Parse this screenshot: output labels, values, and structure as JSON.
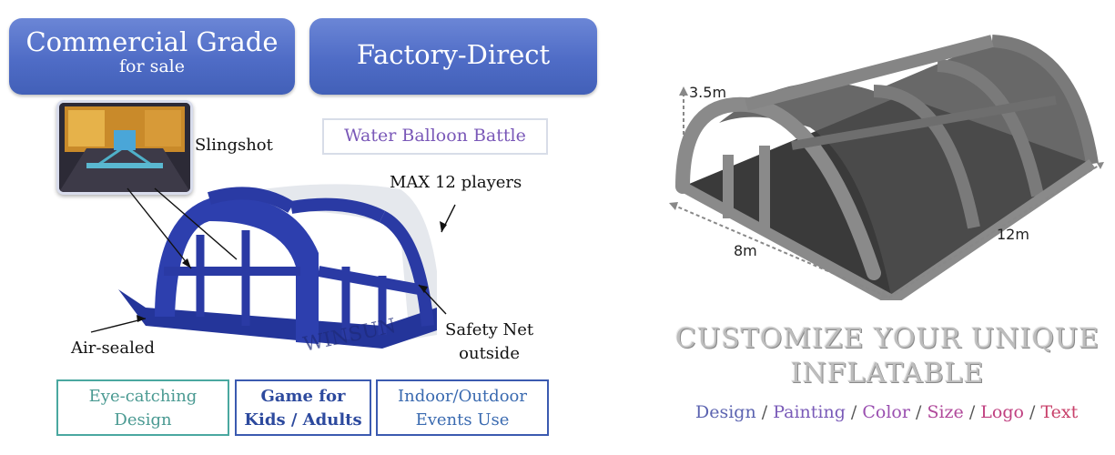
{
  "badges": {
    "commercial": {
      "title": "Commercial Grade",
      "sub": "for sale"
    },
    "factory": {
      "title": "Factory-Direct"
    }
  },
  "water_balloon": "Water Balloon Battle",
  "labels": {
    "slingshot": "Slingshot",
    "max_players": "MAX 12 players",
    "air_sealed": "Air-sealed",
    "safety_net_1": "Safety Net",
    "safety_net_2": "outside"
  },
  "features": {
    "eye": [
      "Eye-catching",
      "Design"
    ],
    "game": [
      "Game for",
      "Kids / Adults"
    ],
    "indoor": [
      "Indoor/Outdoor",
      "Events Use"
    ]
  },
  "dimensions": {
    "height": "3.5m",
    "width": "8m",
    "length": "12m"
  },
  "customize": {
    "line1": "CUSTOMIZE YOUR UNIQUE",
    "line2": "INFLATABLE"
  },
  "options": {
    "design": "Design",
    "painting": "Painting",
    "color": "Color",
    "size": "Size",
    "logo": "Logo",
    "text": "Text",
    "sep": " / "
  },
  "brand_watermark": "WINSUN",
  "colors": {
    "badge_blue": "#4f6cc6",
    "inflatable_blue": "#2a3a9a",
    "feature_border_teal": "#4aa8a0",
    "feature_border_blue": "#3b5ab0"
  }
}
